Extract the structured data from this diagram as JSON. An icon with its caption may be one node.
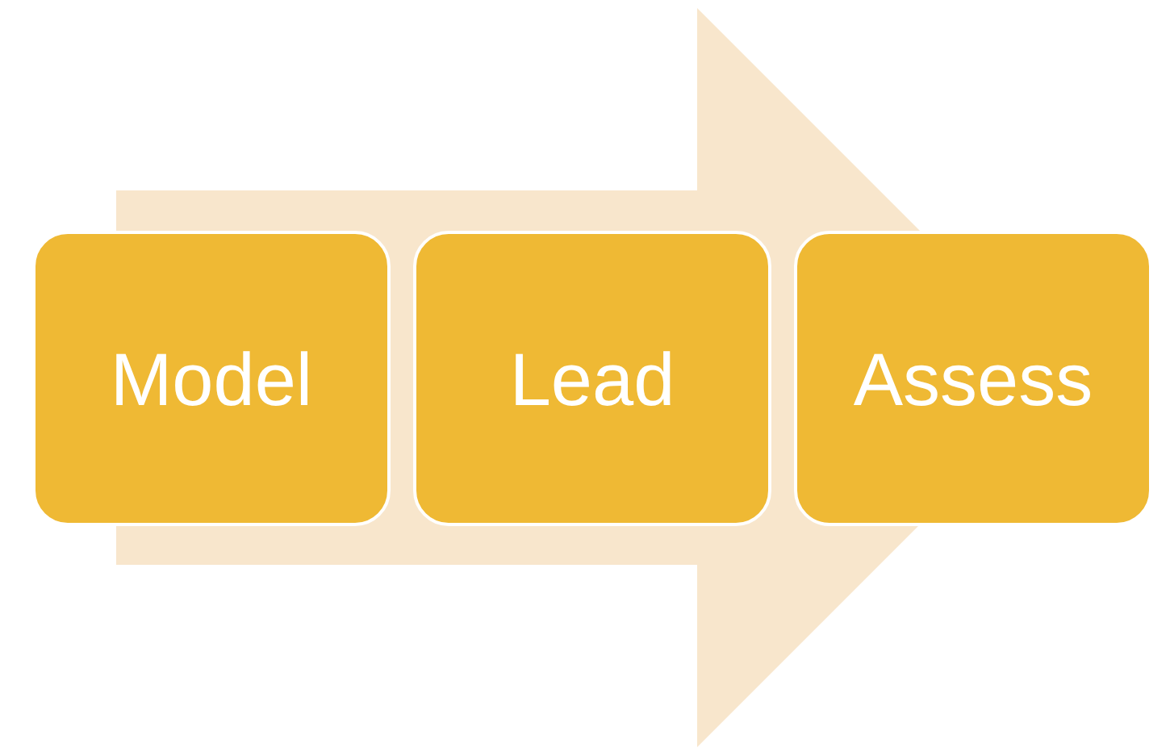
{
  "diagram": {
    "nodes": [
      {
        "text": [
          "Model"
        ]
      },
      {
        "text": [
          "Lead"
        ]
      },
      {
        "text": [
          "Assess"
        ]
      }
    ],
    "edges": [
      {
        "from": 0,
        "to": 2,
        "arrow": "to",
        "style": "thick"
      }
    ]
  }
}
